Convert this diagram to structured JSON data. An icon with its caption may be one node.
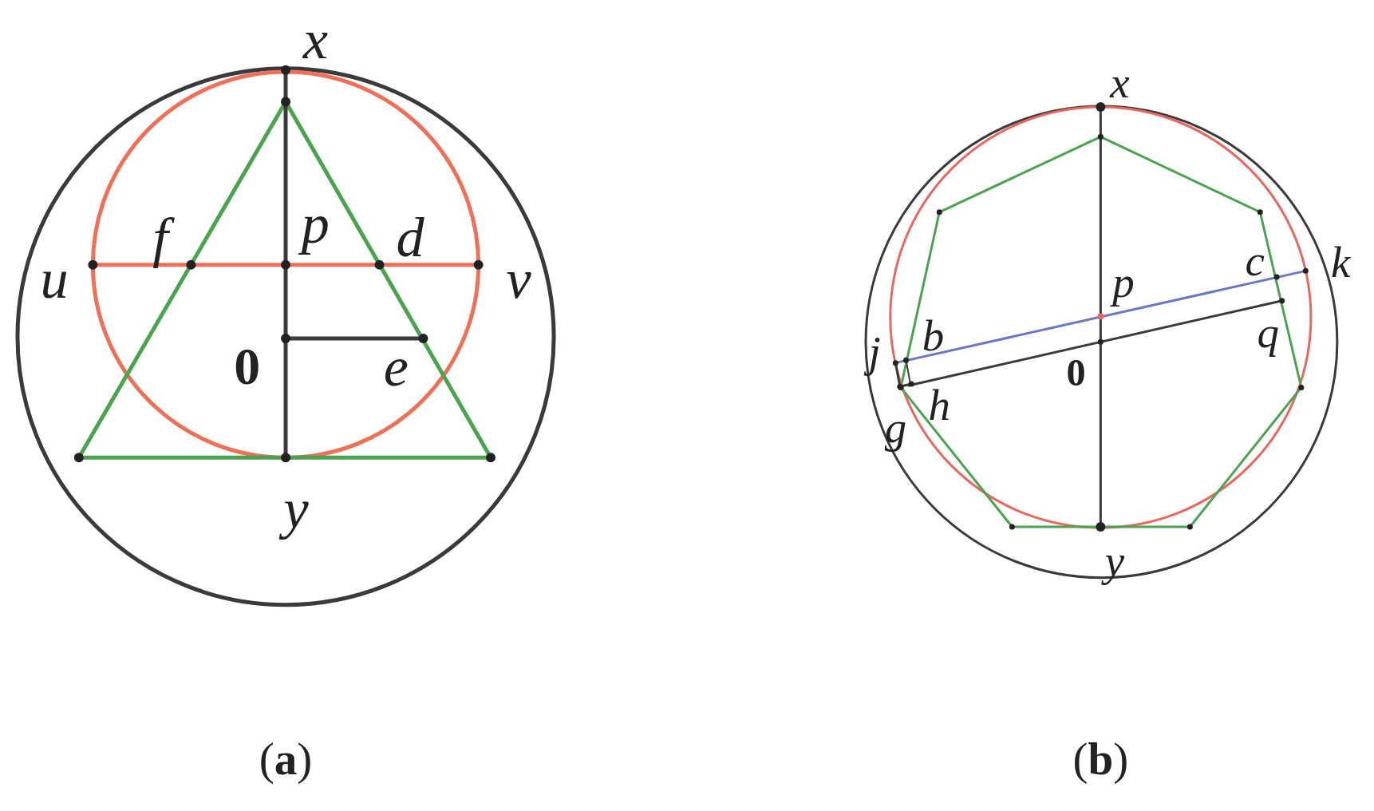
{
  "diagram": {
    "labels": [
      "x",
      "u",
      "f",
      "p",
      "d",
      "v",
      "0",
      "e",
      "y",
      "(**a**)",
      "x",
      "p",
      "c",
      "k",
      "j",
      "b",
      "q",
      "0",
      "h",
      "g",
      "y",
      "(**b**)"
    ]
  }
}
